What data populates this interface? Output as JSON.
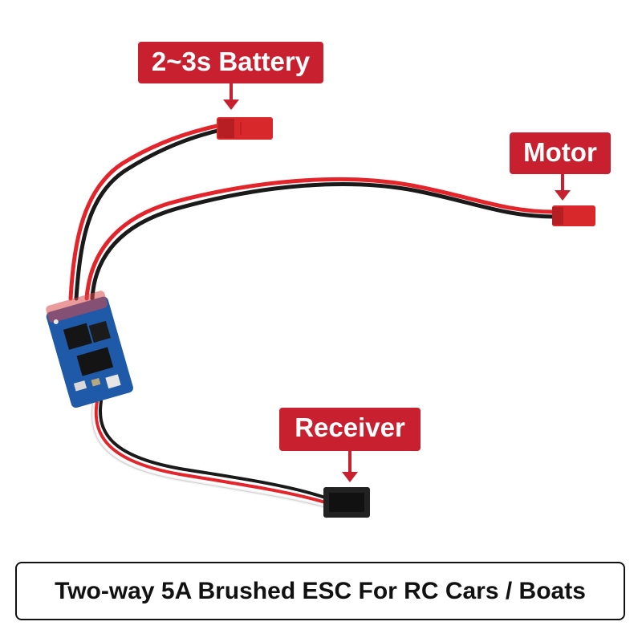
{
  "callouts": {
    "battery": "2~3s Battery",
    "motor": "Motor",
    "receiver": "Receiver"
  },
  "caption": "Two-way 5A Brushed ESC For RC Cars / Boats",
  "colors": {
    "callout_bg": "#c8202f",
    "wire_red": "#e3242b",
    "wire_black": "#1a1a1a",
    "wire_white": "#f2f2f2",
    "pcb_blue": "#1e5aa8",
    "connector_red": "#d8282c",
    "connector_black": "#222222"
  }
}
